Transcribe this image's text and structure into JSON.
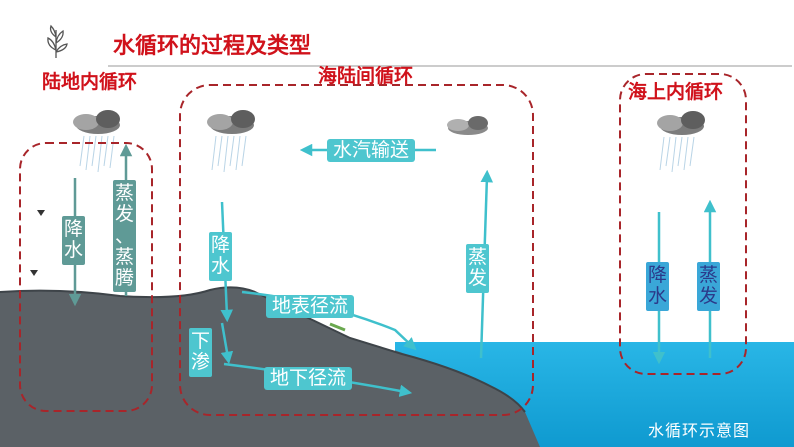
{
  "title": "水循环的过程及类型",
  "land_cycle": {
    "title": "陆地内循环",
    "precip": "降\n水",
    "evap": "蒸\n发\n、\n蒸\n腾"
  },
  "sea_land_cycle": {
    "title": "海陆间循环",
    "vapor_transport": "水汽输送",
    "precip": "降\n水",
    "surface_runoff": "地表径流",
    "infiltration": "下\n渗",
    "groundwater_runoff": "地下径流",
    "evap": "蒸\n发"
  },
  "ocean_cycle": {
    "title": "海上内循环",
    "precip": "降\n水",
    "evap": "蒸\n发"
  },
  "caption": "水循环示意图",
  "colors": {
    "title_red": "#d0121b",
    "dashed_box": "#a8252a",
    "label_teal": "#4ec6cf",
    "label_gray": "#5f9a96",
    "ocean": "#17a9dc",
    "terrain": "#5b6166"
  }
}
